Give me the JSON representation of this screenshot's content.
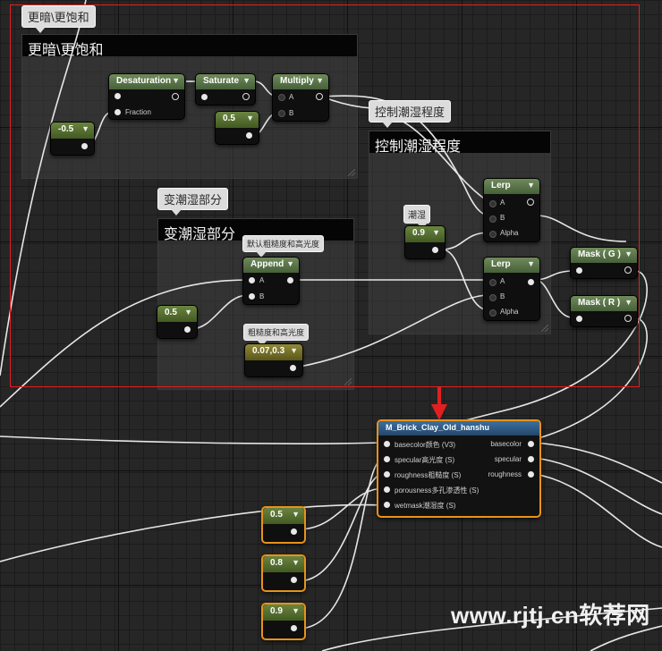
{
  "comments": {
    "darker_desaturate": "更暗\\更饱和",
    "control_wetness": "控制潮湿程度",
    "wet_part": "变潮湿部分"
  },
  "bubbles": {
    "darker_desaturate": "更暗\\更饱和",
    "control_wetness": "控制潮湿程度",
    "wet_part": "变潮湿部分",
    "default_roughness": "默认粗糙度和高光度",
    "roughness_specular": "粗糙度和高光度",
    "wet": "潮湿"
  },
  "nodes": {
    "desaturation": {
      "title": "Desaturation",
      "fraction_label": "Fraction"
    },
    "saturate": {
      "title": "Saturate"
    },
    "multiply": {
      "title": "Multiply",
      "a": "A",
      "b": "B"
    },
    "const_neg05": {
      "value": "-0.5"
    },
    "const_05_top": {
      "value": "0.5"
    },
    "lerp_top": {
      "title": "Lerp",
      "a": "A",
      "b": "B",
      "alpha": "Alpha"
    },
    "lerp_bottom": {
      "title": "Lerp",
      "a": "A",
      "b": "B",
      "alpha": "Alpha"
    },
    "const_09_wet": {
      "value": "0.9"
    },
    "append": {
      "title": "Append",
      "a": "A",
      "b": "B"
    },
    "const_05_mid": {
      "value": "0.5"
    },
    "vec_007_03": {
      "value": "0.07,0.3"
    },
    "mask_g": {
      "title": "Mask ( G )"
    },
    "mask_r": {
      "title": "Mask ( R )"
    },
    "function": {
      "title": "M_Brick_Clay_Old_hanshu",
      "inputs": [
        "basecolor颜色 (V3)",
        "specular高光度 (S)",
        "roughness粗糙度 (S)",
        "porousness多孔渗透性 (S)",
        "wetmask潮湿度 (S)"
      ],
      "outputs": [
        "basecolor",
        "specular",
        "roughness"
      ]
    },
    "const_05_low": {
      "value": "0.5"
    },
    "const_08_low": {
      "value": "0.8"
    },
    "const_09_low": {
      "value": "0.9"
    }
  },
  "colors": {
    "selection_frame": "#e02020",
    "selected_node_border": "#e8921a",
    "wire": "#e6e6e6"
  },
  "watermark": "www.rjtj.cn软荐网"
}
